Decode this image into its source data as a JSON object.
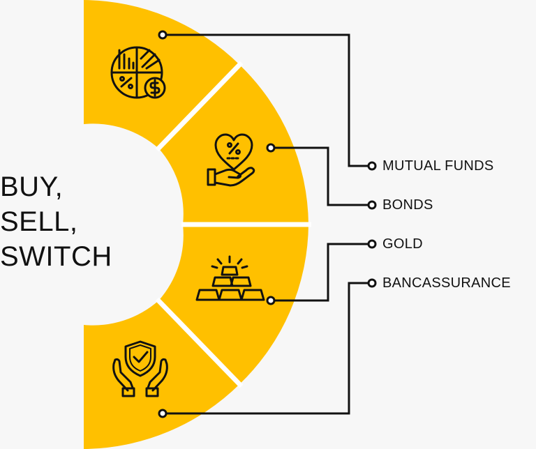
{
  "title_lines": [
    "BUY,",
    "SELL,",
    "SWITCH"
  ],
  "labels": [
    "MUTUAL FUNDS",
    "BONDS",
    "GOLD",
    "BANCASSURANCE"
  ],
  "colors": {
    "segment": "#FFC000",
    "background": "#f7f7f7",
    "ink": "#111111",
    "separator": "#ffffff"
  },
  "icons": [
    "pie-chart-icon",
    "heart-percent-hand-icon",
    "gold-bars-icon",
    "shield-check-hands-icon"
  ]
}
